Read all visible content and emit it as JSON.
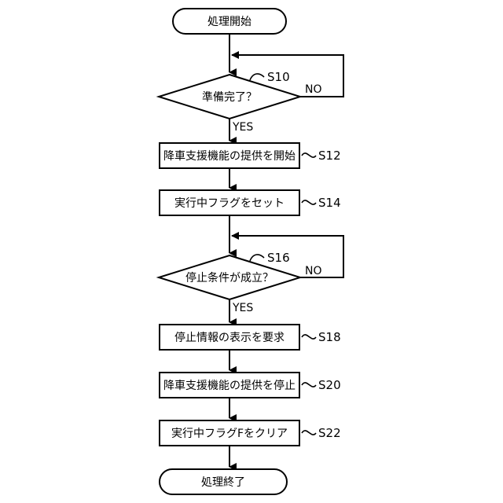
{
  "flowchart": {
    "start": {
      "label": "処理開始"
    },
    "decision_ready": {
      "label": "準備完了？",
      "step": "S10",
      "no": "NO",
      "yes": "YES"
    },
    "process_start_support": {
      "label": "降車支援機能の提供を開始",
      "step": "S12"
    },
    "process_set_flag": {
      "label": "実行中フラグをセット",
      "step": "S14"
    },
    "decision_stop": {
      "label": "停止条件が成立？",
      "step": "S16",
      "no": "NO",
      "yes": "YES"
    },
    "process_request_display": {
      "label": "停止情報の表示を要求",
      "step": "S18"
    },
    "process_stop_support": {
      "label": "降車支援機能の提供を停止",
      "step": "S20"
    },
    "process_clear_flag": {
      "label": "実行中フラグFをクリア",
      "step": "S22"
    },
    "end": {
      "label": "処理終了"
    }
  }
}
